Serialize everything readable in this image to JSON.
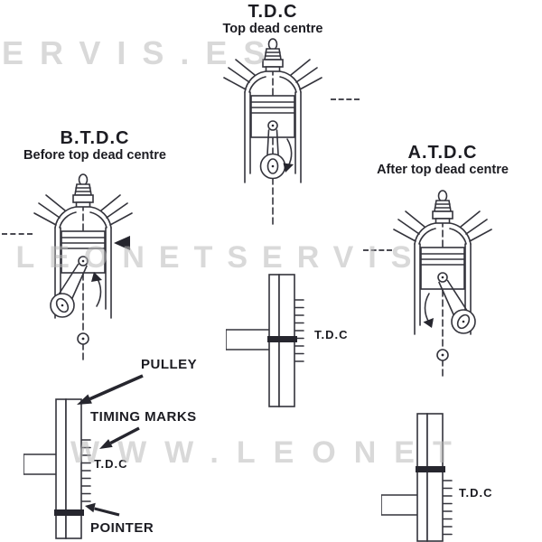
{
  "colors": {
    "ink": "#34343c",
    "watermark": "#bdbdbd",
    "background": "#ffffff"
  },
  "watermarks": {
    "top": "SERVIS.ES",
    "middle": ".LEONETSERVIS",
    "bottom": "WWW.LEONET"
  },
  "sections": {
    "tdc": {
      "title": "T.D.C",
      "subtitle": "Top dead centre"
    },
    "btdc": {
      "title": "B.T.D.C",
      "subtitle": "Before top dead centre"
    },
    "atdc": {
      "title": "A.T.D.C",
      "subtitle": "After top dead centre"
    }
  },
  "callouts": {
    "pulley": "PULLEY",
    "timing_marks": "TIMING MARKS",
    "pointer": "POINTER",
    "tdc_center": "T.D.C",
    "tdc_left": "T.D.C",
    "tdc_right": "T.D.C"
  }
}
